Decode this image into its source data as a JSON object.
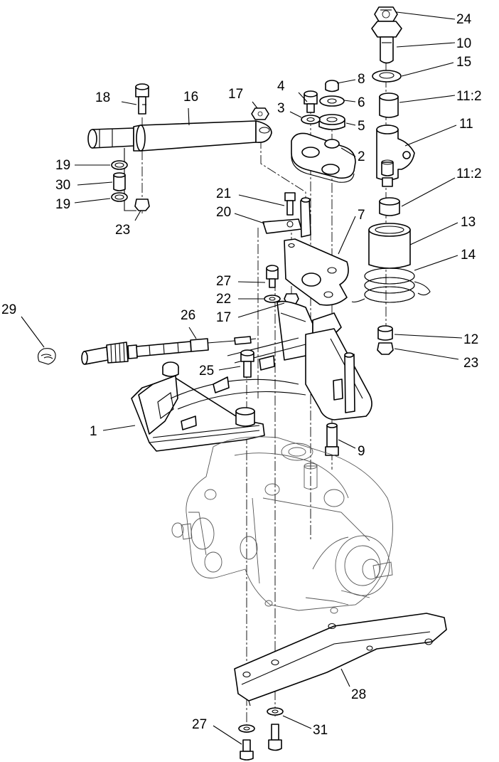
{
  "callouts": [
    {
      "id": "c24",
      "label": "24"
    },
    {
      "id": "c10",
      "label": "10"
    },
    {
      "id": "c15",
      "label": "15"
    },
    {
      "id": "c8",
      "label": "8"
    },
    {
      "id": "c4",
      "label": "4"
    },
    {
      "id": "c6",
      "label": "6"
    },
    {
      "id": "c18",
      "label": "18"
    },
    {
      "id": "c16",
      "label": "16"
    },
    {
      "id": "c17a",
      "label": "17"
    },
    {
      "id": "c11_2a",
      "label": "11:2"
    },
    {
      "id": "c3",
      "label": "3"
    },
    {
      "id": "c5",
      "label": "5"
    },
    {
      "id": "c11",
      "label": "11"
    },
    {
      "id": "c2",
      "label": "2"
    },
    {
      "id": "c19a",
      "label": "19"
    },
    {
      "id": "c11_2b",
      "label": "11:2"
    },
    {
      "id": "c30",
      "label": "30"
    },
    {
      "id": "c21",
      "label": "21"
    },
    {
      "id": "c19b",
      "label": "19"
    },
    {
      "id": "c20",
      "label": "20"
    },
    {
      "id": "c7",
      "label": "7"
    },
    {
      "id": "c13",
      "label": "13"
    },
    {
      "id": "c23a",
      "label": "23"
    },
    {
      "id": "c14",
      "label": "14"
    },
    {
      "id": "c27a",
      "label": "27"
    },
    {
      "id": "c22",
      "label": "22"
    },
    {
      "id": "c17b",
      "label": "17"
    },
    {
      "id": "c29",
      "label": "29"
    },
    {
      "id": "c26",
      "label": "26"
    },
    {
      "id": "c12",
      "label": "12"
    },
    {
      "id": "c23b",
      "label": "23"
    },
    {
      "id": "c25",
      "label": "25"
    },
    {
      "id": "c1",
      "label": "1"
    },
    {
      "id": "c9",
      "label": "9"
    },
    {
      "id": "c28",
      "label": "28"
    },
    {
      "id": "c27b",
      "label": "27"
    },
    {
      "id": "c31",
      "label": "31"
    }
  ]
}
